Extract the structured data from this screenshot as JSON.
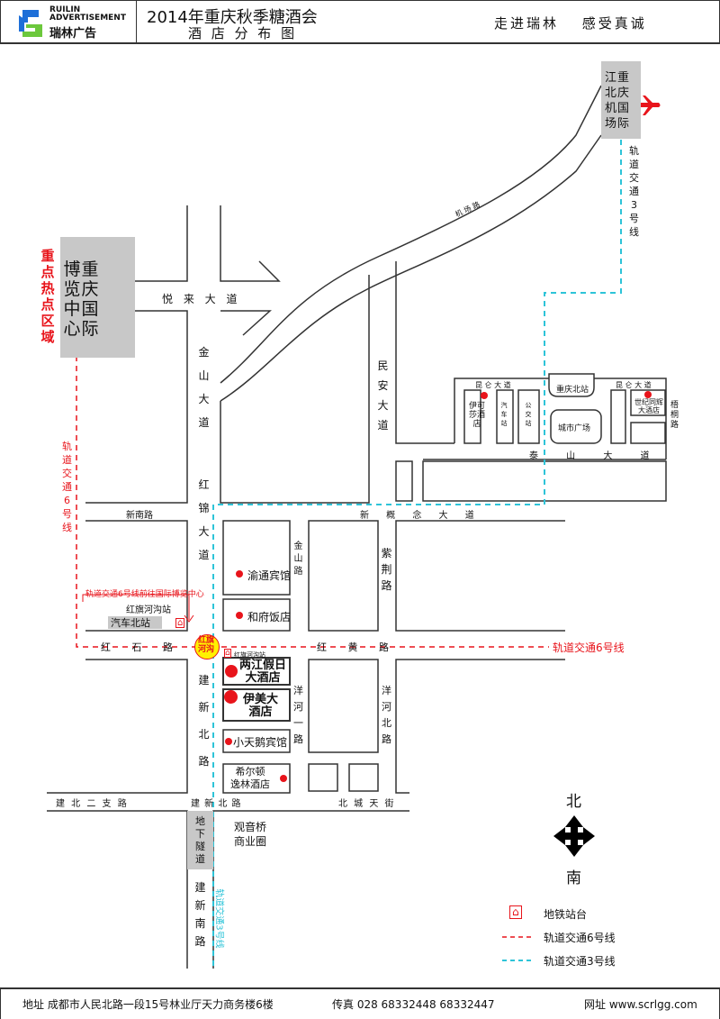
{
  "header": {
    "logo_en1": "RUILIN",
    "logo_en2": "ADVERTISEMENT",
    "logo_cn": "瑞林广告",
    "title": "2014年重庆秋季糖酒会",
    "subtitle": "酒 店 分 布 图",
    "slogan": "走进瑞林　 感受真诚"
  },
  "colors": {
    "red": "#e8141b",
    "cyan": "#2ec4d8",
    "grey": "#c8c8c8",
    "logo_blue": "#1e6fd8",
    "logo_green": "#6cc83c"
  },
  "places": {
    "airport": "江北机场",
    "airport_full": "重庆国际",
    "expo": "重庆国际博览中心",
    "expo_col1": "博览中心",
    "expo_col2": "重庆国际",
    "hot_zone": "重点热点区域",
    "north_station": "重庆北站",
    "city_square": "城市广场",
    "bus_station_n": "汽车站",
    "public_transit": "公交站",
    "bus_north": "汽车北站",
    "hongqihegou_station": "红旗河沟站",
    "hongqihegou": "红旗河沟",
    "hongqihegou_small": "红旗河沟站",
    "guanyinqiao": "观音桥",
    "guanyinqiao2": "商业圈",
    "tunnel": "地下隧道"
  },
  "roads": {
    "yuelai": "悦 来 大 道",
    "jinshan": "金山大道",
    "hongjin": "红锦大道",
    "minan": "民安大道",
    "kunlun1": "昆 仑 大 道",
    "kunlun2": "昆 仑 大 道",
    "taishan": "泰 山 大 道",
    "xinnan": "新南路",
    "xingainian": "新 概 念 大 道",
    "hongshi": "红 石 路",
    "honghuang": "红 黄 路",
    "jinshanlu": "金山路",
    "zijing": "紫荆路",
    "jianxinbei": "建新北路",
    "yanghe1": "洋河一路",
    "yanghebei": "洋河北路",
    "jianbei2": "建 北 二 支 路",
    "jianxinbei_h": "建 新 北 路",
    "beicheng": "北 城 天 街",
    "jianxinnan": "建新南路",
    "jichang": "机 场 路",
    "wutong": "梧桐路"
  },
  "hotels": {
    "yikesha": "伊可莎酒店",
    "shiji": "世纪同辉大酒店",
    "yutong": "渝通宾馆",
    "hefu": "和府饭店",
    "liangjiang1": "两江假日",
    "liangjiang2": "大酒店",
    "yimei1": "伊美大",
    "yimei2": "酒店",
    "xiaotianer": "小天鹅宾馆",
    "hilton1": "希尔顿",
    "hilton2": "逸林酒店"
  },
  "metro": {
    "line3": "轨道交通3号线",
    "line6": "轨道交通6号线",
    "line6_left": "轨道交通6号线",
    "line3_bottom": "轨道交通3号线",
    "note": "轨道交通6号线前往国际博览中心"
  },
  "compass": {
    "north": "北",
    "south": "南"
  },
  "legend": {
    "station": "地铁站台",
    "line6": "轨道交通6号线",
    "line3": "轨道交通3号线"
  },
  "footer": {
    "address": "地址 成都市人民北路一段15号林业厅天力商务楼6楼",
    "fax": "传真 028 68332448 68332447",
    "web": "网址 www.scrlgg.com"
  }
}
